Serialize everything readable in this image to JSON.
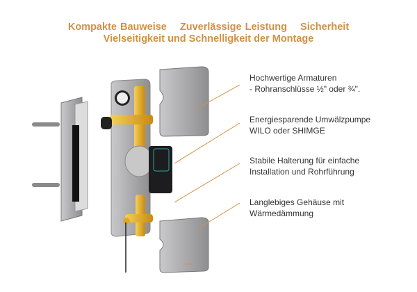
{
  "headline": {
    "line1": [
      "Kompakte Bauweise",
      "Zuverlässige Leistung",
      "Sicherheit"
    ],
    "line2": "Vielseitigkeit und Schnelligkeit der Montage"
  },
  "callouts": [
    {
      "line1": "Hochwertige Armaturen",
      "line2": "- Rohranschlüsse ½\" oder ¾\"."
    },
    {
      "line1": "Energiesparende Umwälzpumpe",
      "line2": "WILO oder SHIMGE"
    },
    {
      "line1": "Stabile Halterung für einfache",
      "line2": "Installation und Rohrführung"
    },
    {
      "line1": "Langlebiges Gehäuse mit",
      "line2": "Wärmedämmung"
    }
  ],
  "colors": {
    "accent": "#d09145",
    "text": "#333333",
    "brass": "#e0a82a",
    "housing": "#9a9a9c"
  }
}
